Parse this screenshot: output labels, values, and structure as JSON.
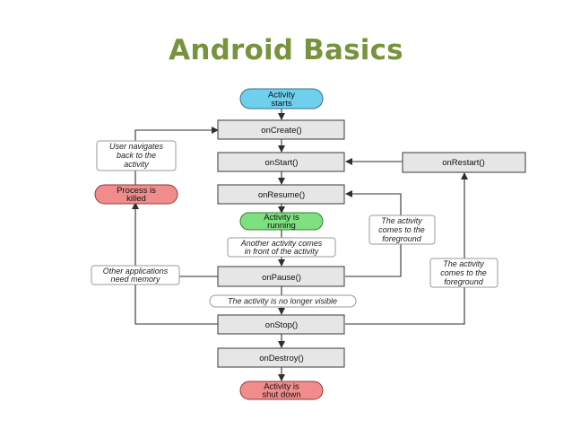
{
  "title": "Android Basics",
  "colors": {
    "title": "#77933c",
    "start_fill": "#6fd0ee",
    "running_fill": "#7ee07e",
    "killed_fill": "#f08c8c",
    "method_fill": "#e6e6e6"
  },
  "nodes": {
    "activity_starts": [
      "Activity",
      "starts"
    ],
    "on_create": "onCreate()",
    "on_start": "onStart()",
    "on_restart": "onRestart()",
    "on_resume": "onResume()",
    "activity_running": [
      "Activity is",
      "running"
    ],
    "on_pause": "onPause()",
    "on_stop": "onStop()",
    "on_destroy": "onDestroy()",
    "activity_shut_down": [
      "Activity is",
      "shut down"
    ],
    "process_killed": [
      "Process is",
      "killed"
    ]
  },
  "notes": {
    "user_navigates": [
      "User navigates",
      "back to the",
      "activity"
    ],
    "another_activity": [
      "Another activity comes",
      "in front of the activity"
    ],
    "activity_foreground_1": [
      "The activity",
      "comes to the",
      "foreground"
    ],
    "other_apps": [
      "Other applications",
      "need memory"
    ],
    "activity_foreground_2": [
      "The activity",
      "comes to the",
      "foreground"
    ],
    "no_longer_visible": "The activity is no longer visible"
  }
}
